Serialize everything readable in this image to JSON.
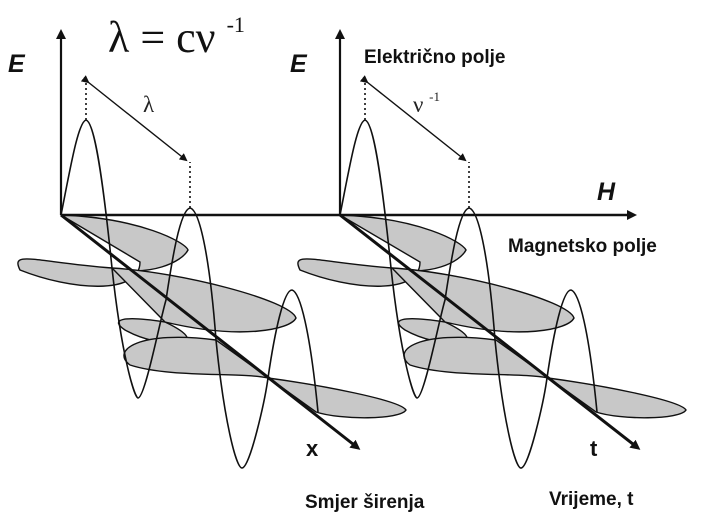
{
  "formula": {
    "text": "λ = cν",
    "superscript": "-1"
  },
  "left_panel": {
    "e_label": "E",
    "period_label": "λ",
    "propagation_axis_label": "x",
    "caption": "Smjer širenja"
  },
  "right_panel": {
    "e_label": "E",
    "field_label": "Električno polje",
    "h_label": "H",
    "magnetic_label": "Magnetsko polje",
    "period_label": "ν",
    "period_superscript": "-1",
    "propagation_axis_label": "t",
    "caption": "Vrijeme, t"
  },
  "colors": {
    "line": "#111111",
    "magnetic_fill": "#c8c8c8"
  }
}
